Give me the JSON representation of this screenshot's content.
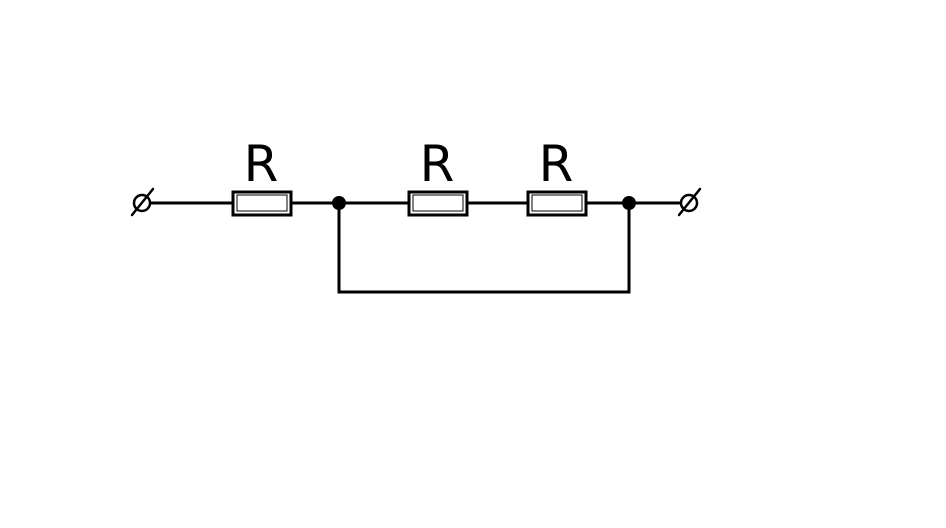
{
  "diagram": {
    "type": "circuit-schematic",
    "line_color": "#000000",
    "background_color": "#ffffff",
    "terminals": [
      {
        "id": "left-terminal",
        "symbol": "open-circle-terminal"
      },
      {
        "id": "right-terminal",
        "symbol": "open-circle-terminal"
      }
    ],
    "resistors": [
      {
        "id": "r1",
        "label": "R"
      },
      {
        "id": "r2",
        "label": "R"
      },
      {
        "id": "r3",
        "label": "R"
      }
    ],
    "nodes": [
      {
        "id": "node-a",
        "symbol": "junction-dot"
      },
      {
        "id": "node-b",
        "symbol": "junction-dot"
      }
    ],
    "connections": [
      [
        "left-terminal",
        "r1"
      ],
      [
        "r1",
        "node-a"
      ],
      [
        "node-a",
        "r2"
      ],
      [
        "r2",
        "r3"
      ],
      [
        "r3",
        "node-b"
      ],
      [
        "node-b",
        "right-terminal"
      ],
      [
        "node-a",
        "node-b"
      ]
    ]
  }
}
